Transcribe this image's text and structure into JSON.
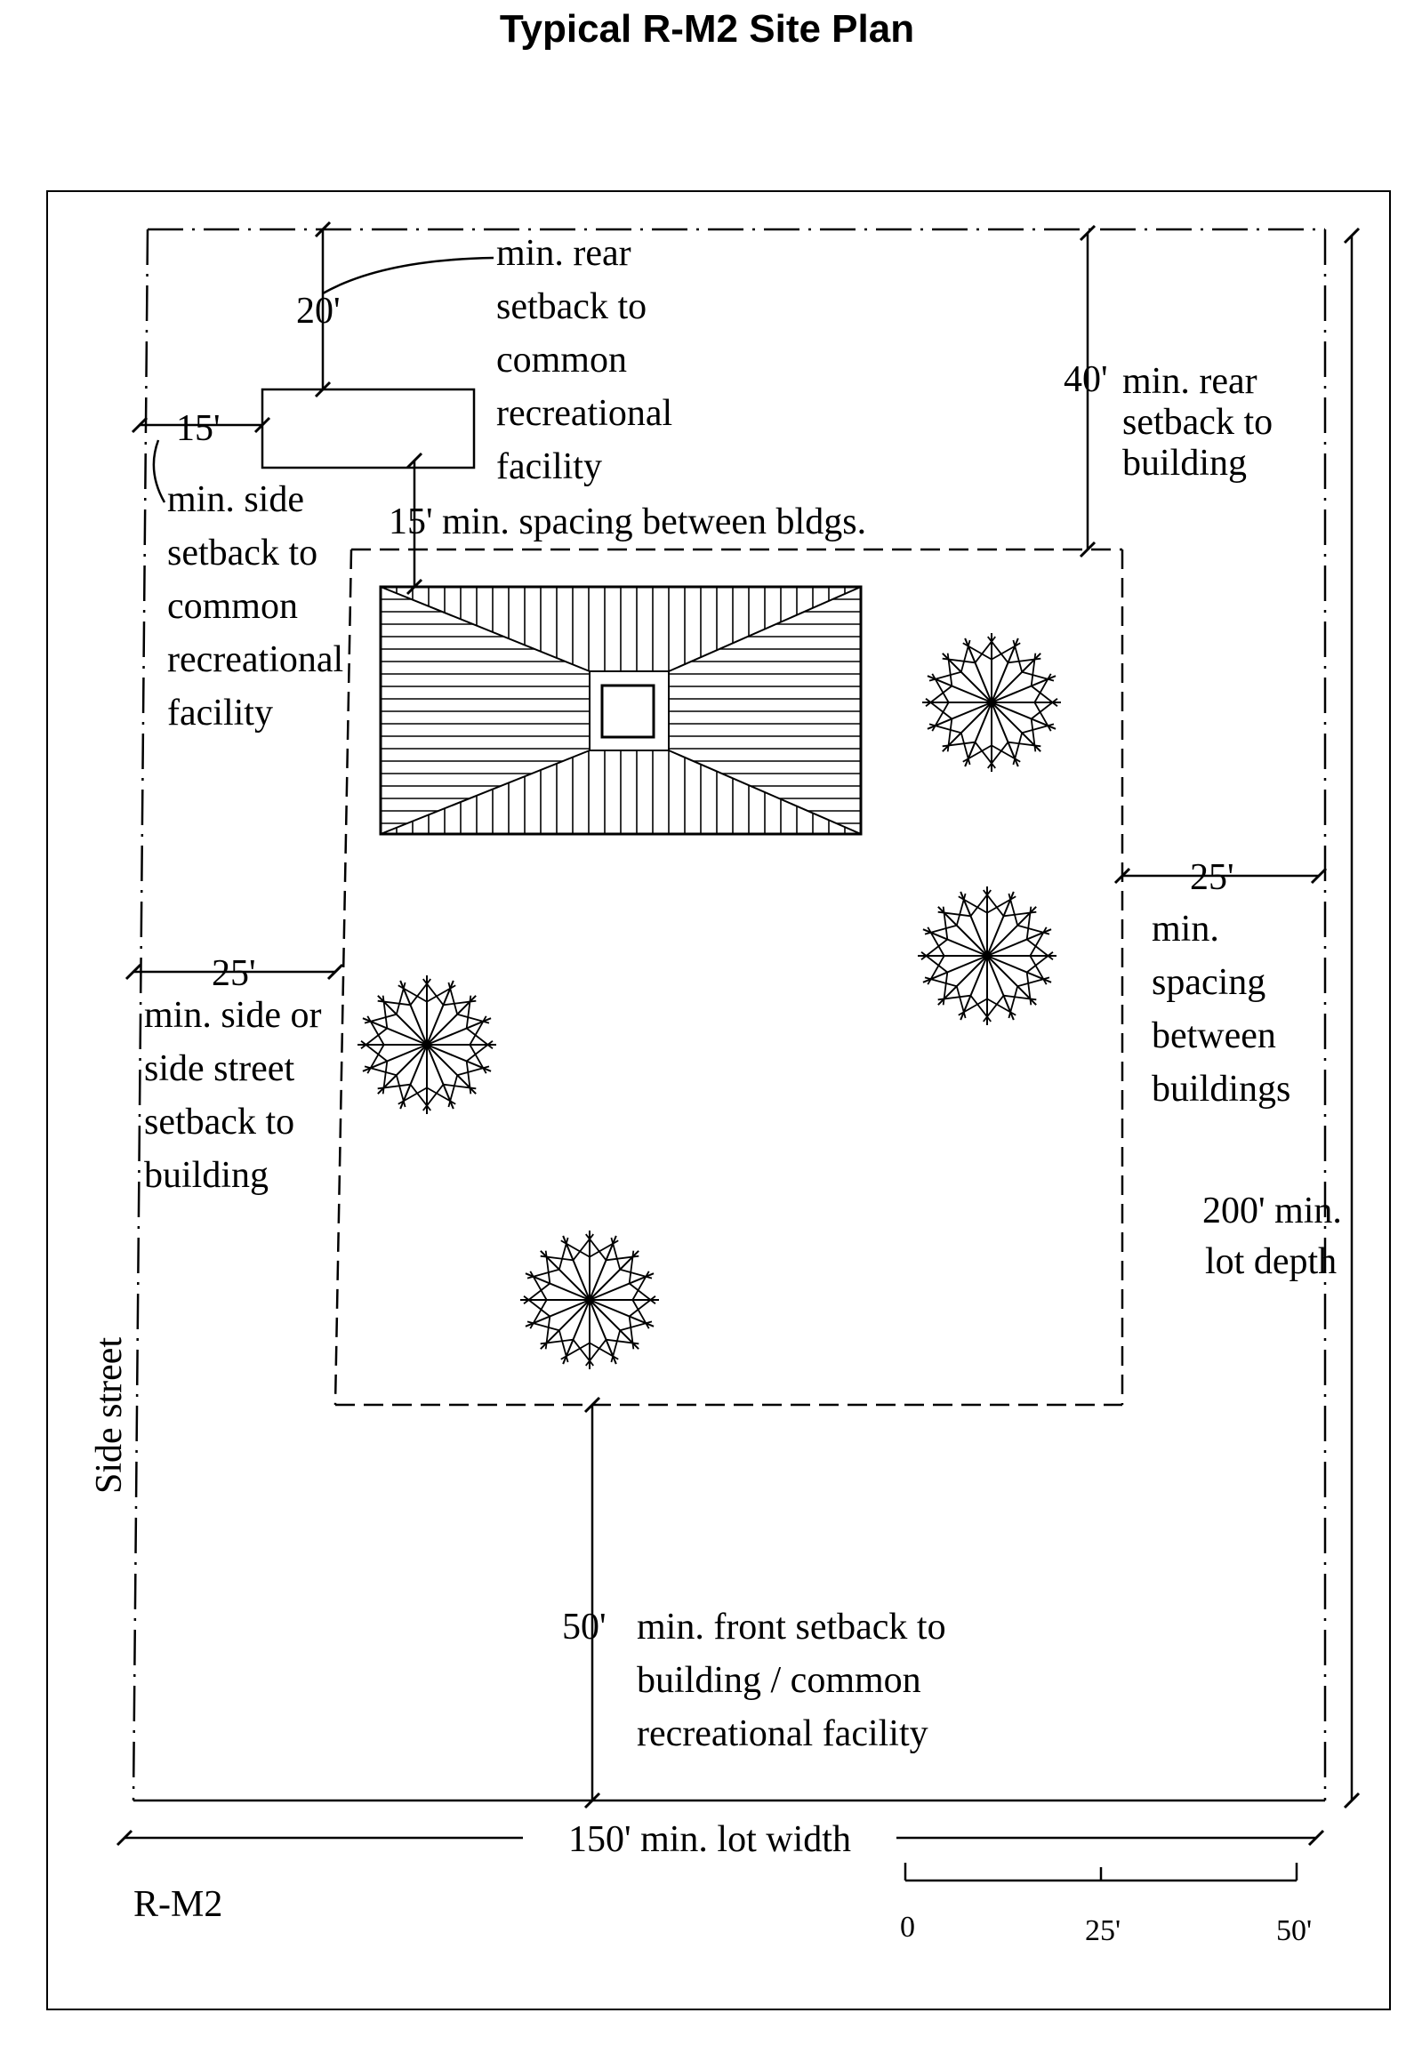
{
  "title": "Typical R-M2 Site Plan",
  "zone_label": "R-M2",
  "side_street": "Side street",
  "dims": {
    "rear_rec": "20'",
    "side_rec": "15'",
    "rear_bldg": "40'",
    "spacing_bldgs": "15'",
    "spacing_right": "25'",
    "side_bldg": "25'",
    "front": "50'",
    "lot_width": "150' min. lot width",
    "lot_depth_line1": "200' min.",
    "lot_depth_line2": "lot depth"
  },
  "notes": {
    "rear_rec": [
      "min. rear",
      "setback to",
      "common",
      "recreational",
      "facility"
    ],
    "side_rec": [
      "min. side",
      "setback to",
      "common",
      "recreational",
      "facility"
    ],
    "rear_bldg": [
      "min. rear",
      "setback to",
      "building"
    ],
    "spacing_bldgs": "min. spacing between bldgs.",
    "spacing_right": [
      "min.",
      "spacing",
      "between",
      "buildings"
    ],
    "side_bldg": [
      "min. side or",
      "side street",
      "setback to",
      "building"
    ],
    "front": [
      "min. front setback to",
      "building / common",
      "recreational facility"
    ]
  },
  "scale": {
    "labels": [
      "0",
      "25'",
      "50'"
    ]
  }
}
